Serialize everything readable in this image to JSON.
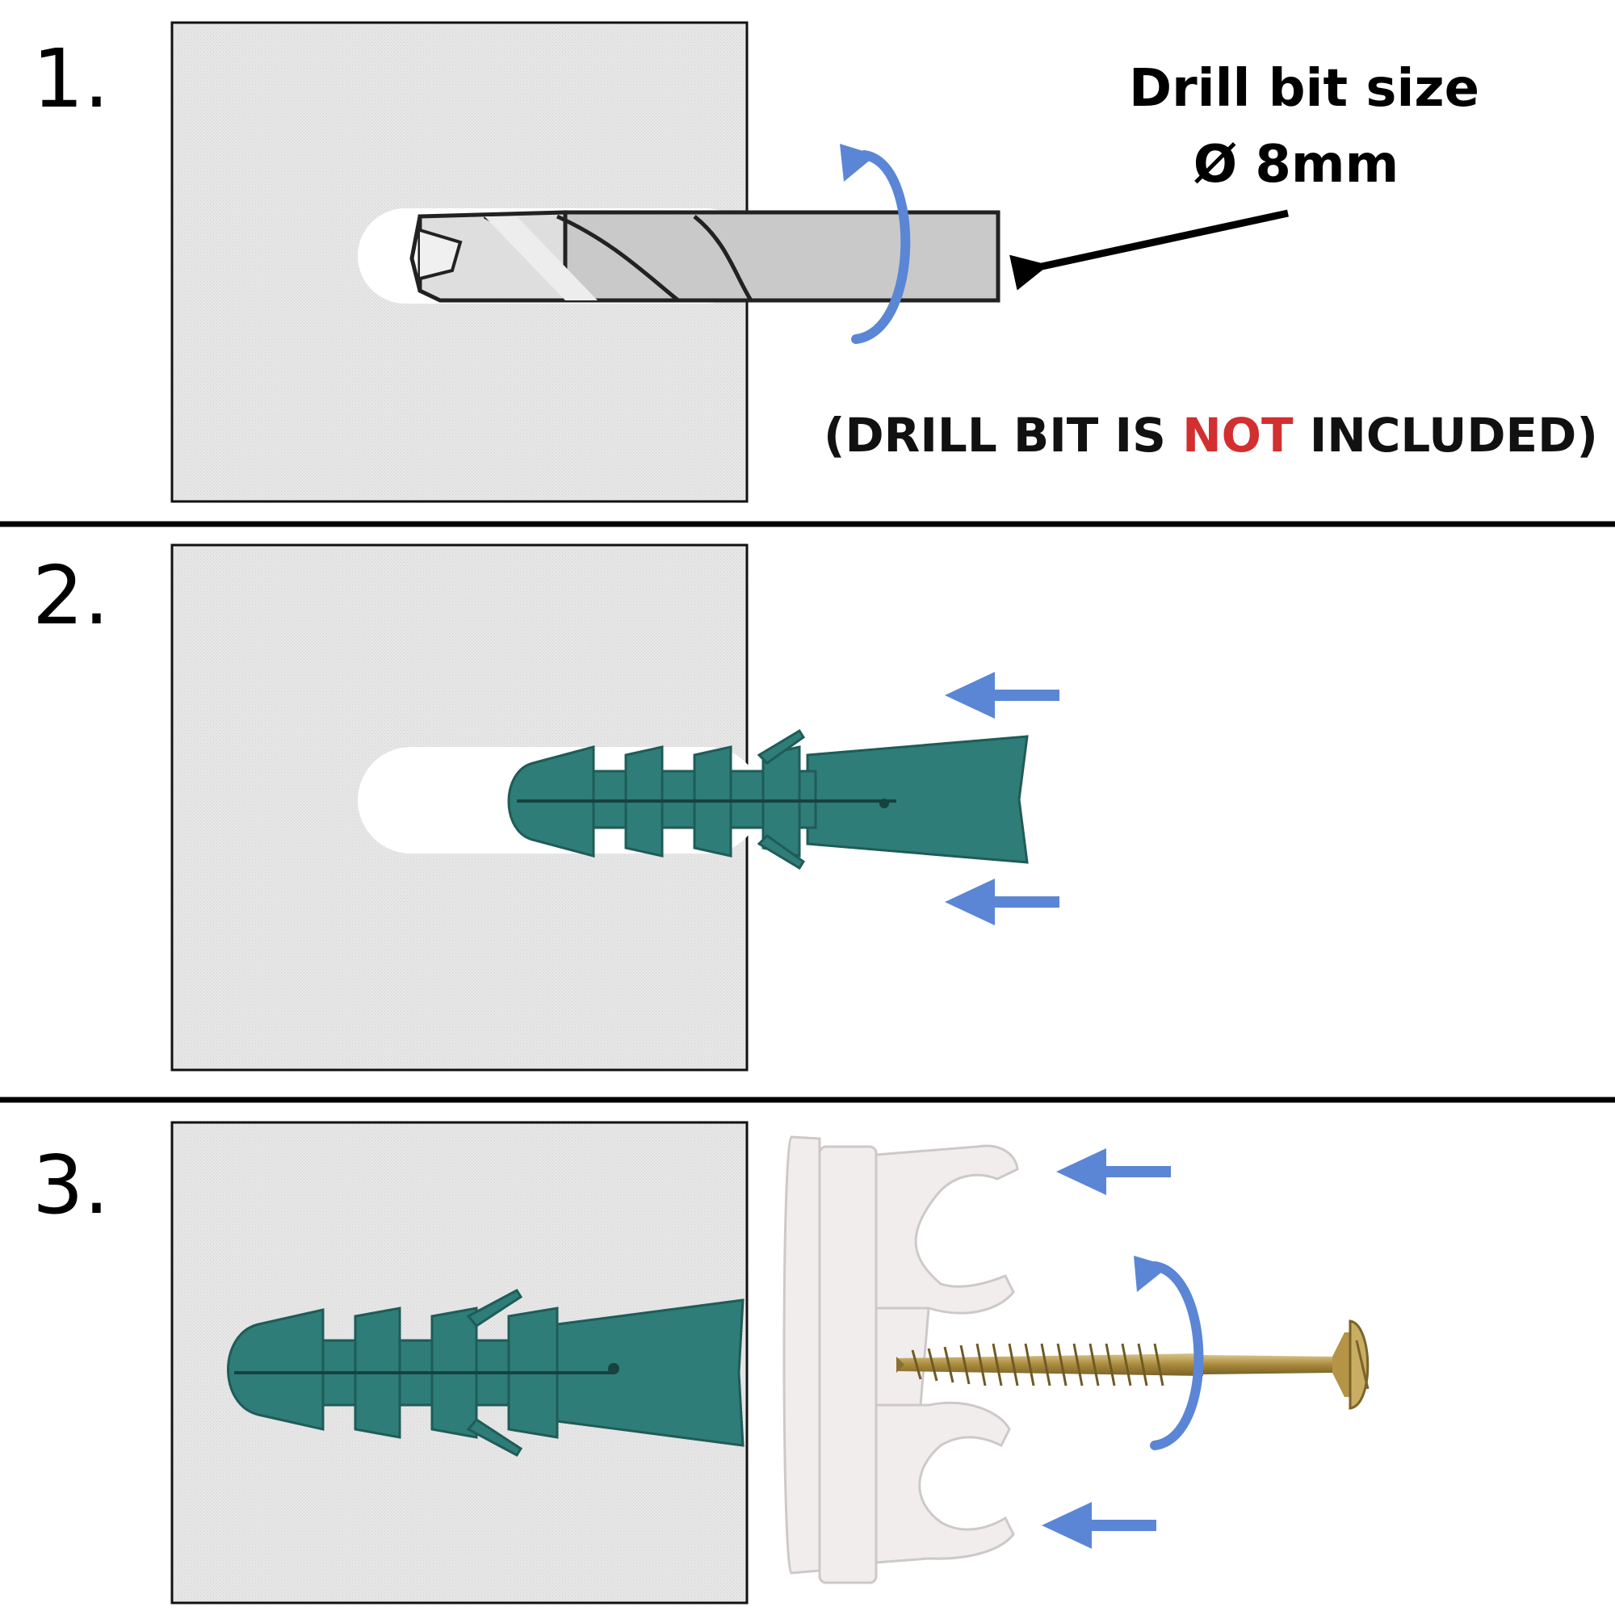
{
  "steps": [
    {
      "number": "1."
    },
    {
      "number": "2."
    },
    {
      "number": "3."
    }
  ],
  "drill": {
    "size_label": "Drill bit size",
    "diameter_label": "Ø 8mm"
  },
  "note": {
    "open_paren": "(",
    "before": "DRILL BIT IS ",
    "emphasis": "NOT",
    "after": " INCLUDED",
    "close_paren": ")"
  },
  "colors": {
    "arrow_blue": "#5b86d6",
    "plug_teal": "#2e7d78",
    "emphasis_red": "#d32f2f",
    "wall_gray": "#e4e4e4",
    "clip_white": "#f1eded",
    "screw_gold": "#b59446"
  },
  "icons": [
    "rotation-arrow-icon",
    "push-arrow-icon",
    "pointer-arrow-icon"
  ]
}
